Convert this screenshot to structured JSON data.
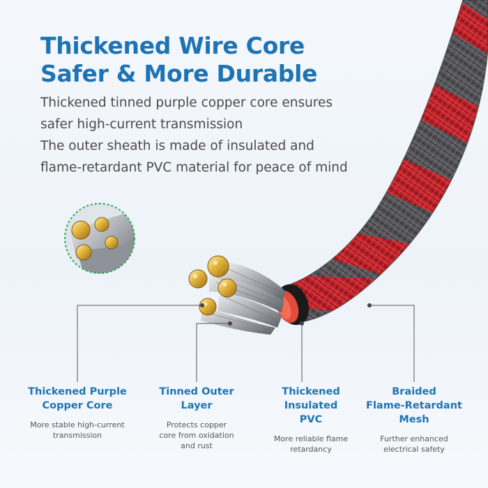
{
  "headline": {
    "line1": "Thickened Wire Core",
    "line2": "Safer & More Durable"
  },
  "description": [
    "Thickened tinned purple copper core ensures",
    "safer high-current transmission",
    "The outer sheath is made of insulated and",
    "flame-retardant PVC material for peace of mind"
  ],
  "callouts": [
    {
      "title": [
        "Thickened Purple",
        "Copper Core"
      ],
      "subtitle": [
        "More stable high-current",
        "transmission"
      ]
    },
    {
      "title": [
        "Tinned Outer",
        "Layer"
      ],
      "subtitle": [
        "Protects copper",
        "core from oxidation",
        "and rust"
      ]
    },
    {
      "title": [
        "Thickened",
        "Insulated",
        "PVC"
      ],
      "subtitle": [
        "More reliable flame",
        "retardancy"
      ]
    },
    {
      "title": [
        "Braided",
        "Flame-Retardant",
        "Mesh"
      ],
      "subtitle": [
        "Further enhanced",
        "electrical safety"
      ]
    }
  ],
  "colors": {
    "accent": "#1d73b4",
    "braid_red": "#c0222a",
    "braid_grey": "#5a5a5a",
    "copper_gold": "#e0b23a",
    "zoom_ring": "#2aa84a"
  }
}
